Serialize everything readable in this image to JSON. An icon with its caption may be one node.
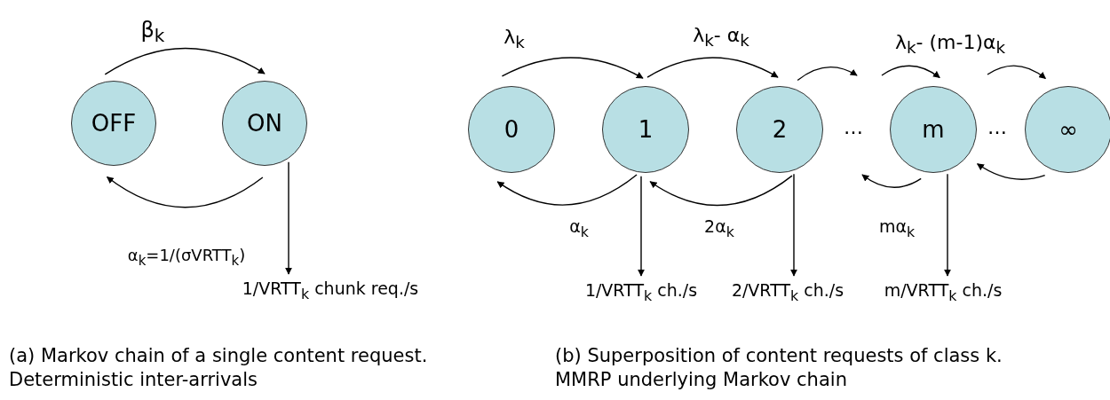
{
  "diagram": {
    "nodes": [
      {
        "text": [
          "OFF"
        ]
      },
      {
        "text": [
          "ON"
        ]
      },
      {
        "text": [
          "1/VRTT$_{k}$ chunk req./s"
        ]
      },
      {
        "text": [
          "0"
        ]
      },
      {
        "text": [
          "1"
        ]
      },
      {
        "text": [
          "2"
        ]
      },
      {
        "text": [
          "m"
        ]
      },
      {
        "text": [
          "∞"
        ]
      },
      {
        "text": [
          "1/VRTT$_{k}$ ch./s"
        ]
      },
      {
        "text": [
          "2/VRTT$_{k}$ ch./s"
        ]
      },
      {
        "text": [
          "m/VRTT$_{k}$ ch./s"
        ]
      }
    ],
    "edges": [
      {
        "from": 0,
        "to": 1,
        "arrow": "to",
        "label": "β$_{k}$"
      },
      {
        "from": 1,
        "to": 0,
        "arrow": "to",
        "label": "α$_{k}$=1/(σVRTT$_{k}$)"
      },
      {
        "from": 1,
        "to": 2,
        "arrow": "to"
      },
      {
        "from": 3,
        "to": 4,
        "arrow": "to",
        "label": "λ$_{k}$"
      },
      {
        "from": 4,
        "to": 5,
        "arrow": "to",
        "label": "λ$_{k}$- α$_{k}$"
      },
      {
        "from": 5,
        "to": null,
        "arrow": "to"
      },
      {
        "from": null,
        "to": 6,
        "arrow": "to",
        "label": "λ$_{k}$- (m-1)α$_{k}$"
      },
      {
        "from": null,
        "to": 7,
        "arrow": "to"
      },
      {
        "from": 4,
        "to": 3,
        "arrow": "to",
        "label": "α$_{k}$"
      },
      {
        "from": 5,
        "to": 4,
        "arrow": "to",
        "label": "2α$_{k}$"
      },
      {
        "from": 6,
        "to": null,
        "arrow": "to",
        "label": "mα$_{k}$"
      },
      {
        "from": 7,
        "to": 6,
        "arrow": "to"
      },
      {
        "from": 4,
        "to": 8,
        "arrow": "to"
      },
      {
        "from": 5,
        "to": 9,
        "arrow": "to"
      },
      {
        "from": 6,
        "to": 10,
        "arrow": "to"
      }
    ],
    "labels": [
      "…",
      "…",
      "(a)  Markov chain of a single content request. Deterministic inter-arrivals",
      "(b) Superposition of content requests of class k. MMRP underlying Markov chain"
    ]
  }
}
